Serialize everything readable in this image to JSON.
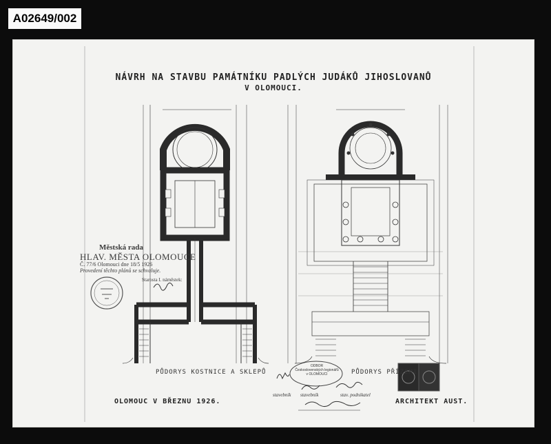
{
  "archive_id": "A02649/002",
  "drawing": {
    "title_line_1": "NÁVRH NA STAVBU PAMÁTNÍKU PADLÝCH JUDÁKŮ JIHOSLOVANŮ",
    "title_line_2": "V OLOMOUCI.",
    "plan_left_label": "PŮDORYS KOSTNICE A SKLEPŮ",
    "plan_right_label": "PŮDORYS PŘÍZEMÍ",
    "place_date": "OLOMOUC V BŘEZNU 1926.",
    "architect": "ARCHITEKT AUST."
  },
  "stamp": {
    "line1": "Městská rada",
    "line2": "HLAV. MĚSTA OLOMOUCE",
    "line3": "Č. 77/6 Olomouci dne 18/5 1926",
    "line4": "Provedení těchto plánů se schvaluje.",
    "line5": "Starosta I. náměstek:"
  },
  "oval_stamp": {
    "line1": "ODBOR",
    "line2": "Československých legionářů",
    "line3": "v OLOMOUCI"
  },
  "signature_notes": {
    "a": "stavebník",
    "b": "stavebník",
    "c": "stav. podnikatel"
  }
}
